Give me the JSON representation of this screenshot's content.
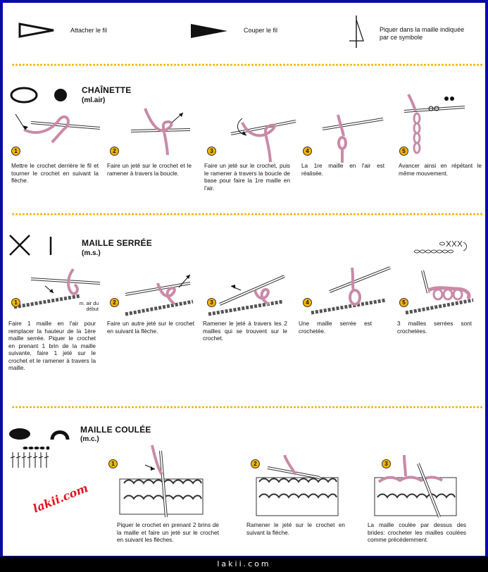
{
  "legend": {
    "attach": "Attacher le fil",
    "cut": "Couper le fil",
    "insert": "Piquer dans la maille indiquée par ce symbole"
  },
  "chainette": {
    "title": "CHAÎNETTE",
    "subtitle": "(ml.air)",
    "steps": [
      {
        "num": "1",
        "text": "Mettre le crochet derrière le fil et tourner le crochet en suivant la flèche."
      },
      {
        "num": "2",
        "text": "Faire un jeté sur le crochet et le ramener à travers la boucle."
      },
      {
        "num": "3",
        "text": "Faire un jeté sur le crochet, puis le ramener à travers la boucle de base pour faire la 1re maille en l'air."
      },
      {
        "num": "4",
        "text": "La 1re maille en l'air est réalisée."
      },
      {
        "num": "5",
        "text": "Avancer ainsi en répétant le même mouvement."
      }
    ]
  },
  "maille_serree": {
    "title": "MAILLE SERRÉE",
    "subtitle": "(m.s.)",
    "note": "m. air du début",
    "steps": [
      {
        "num": "1",
        "text": "Faire 1 maille en l'air pour remplacer la hauteur de la 1ère maille serrée. Piquer le crochet en prenant 1 brin de la maille suivante, faire 1 jeté sur le crochet et le ramener à travers la maille."
      },
      {
        "num": "2",
        "text": "Faire un autre jeté sur le crochet en suivant la flèche."
      },
      {
        "num": "3",
        "text": "Ramener le jeté à travers les 2 mailles qui se trouvent sur le crochet."
      },
      {
        "num": "4",
        "text": "Une maille serrée est crochetée."
      },
      {
        "num": "5",
        "text": "3 mailles serrées sont crochetées."
      }
    ]
  },
  "maille_coulee": {
    "title": "MAILLE COULÉE",
    "subtitle": "(m.c.)",
    "steps": [
      {
        "num": "1",
        "text": "Piquer le crochet en prenant 2 brins de la maille et faire un jeté sur le crochet en suivant les flèches."
      },
      {
        "num": "2",
        "text": "Ramener le jeté sur le crochet en suivant la flèche."
      },
      {
        "num": "3",
        "text": "La maille coulée par dessus des brides: crocheter les mailles coulées comme précédemment."
      }
    ]
  },
  "watermark": "lakii.com",
  "footer": "lakii.com",
  "colors": {
    "yarn": "#c98aa8",
    "accent": "#f3b400",
    "frame": "#0a0aa8"
  }
}
